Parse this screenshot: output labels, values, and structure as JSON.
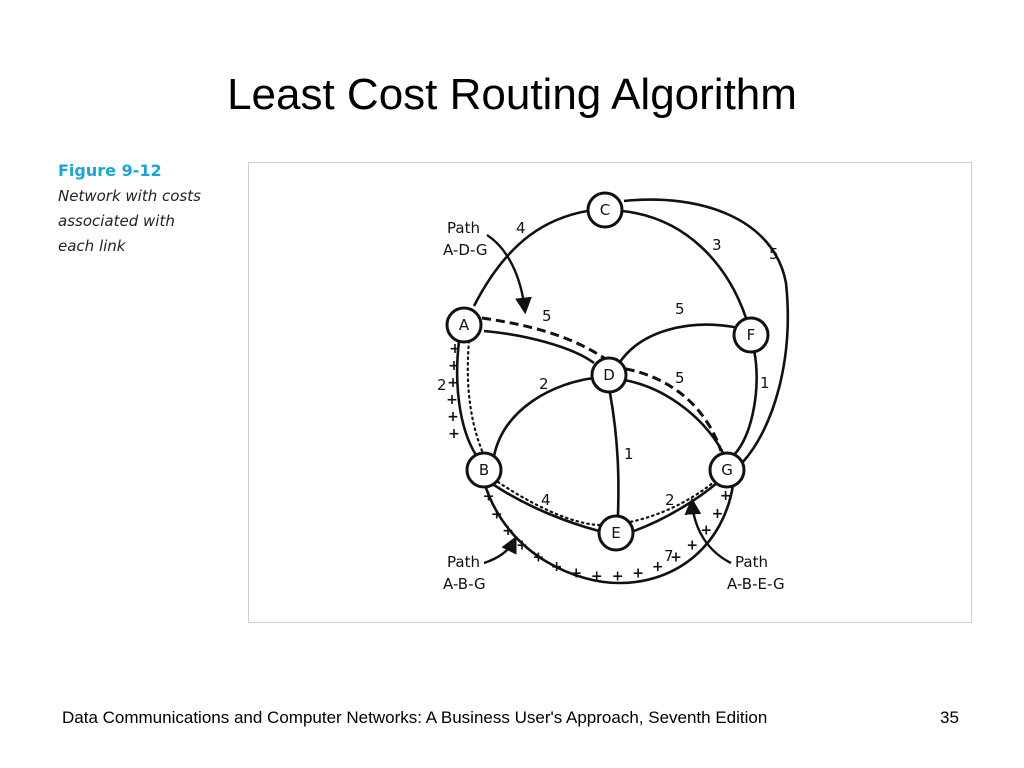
{
  "slide": {
    "title": "Least Cost Routing Algorithm",
    "footer": "Data Communications and Computer Networks: A Business User's Approach, Seventh Edition",
    "page_number": "35"
  },
  "caption": {
    "label": "Figure 9-12",
    "lines": [
      "Network with costs",
      "associated with",
      "each link"
    ]
  },
  "diagram": {
    "nodes": [
      "A",
      "B",
      "C",
      "D",
      "E",
      "F",
      "G"
    ],
    "edges": [
      {
        "from": "A",
        "to": "C",
        "cost": "4"
      },
      {
        "from": "C",
        "to": "F",
        "cost": "3"
      },
      {
        "from": "C",
        "to": "G",
        "cost": "5"
      },
      {
        "from": "A",
        "to": "D",
        "cost": "5"
      },
      {
        "from": "D",
        "to": "F",
        "cost": "5"
      },
      {
        "from": "F",
        "to": "G",
        "cost": "1"
      },
      {
        "from": "A",
        "to": "B",
        "cost": "2"
      },
      {
        "from": "B",
        "to": "D",
        "cost": "2"
      },
      {
        "from": "D",
        "to": "G",
        "cost": "5"
      },
      {
        "from": "D",
        "to": "E",
        "cost": "1"
      },
      {
        "from": "B",
        "to": "E",
        "cost": "4"
      },
      {
        "from": "E",
        "to": "G",
        "cost": "2"
      },
      {
        "from": "B",
        "to": "G",
        "cost": "7"
      }
    ],
    "paths": [
      {
        "title": "Path",
        "route": "A-D-G"
      },
      {
        "title": "Path",
        "route": "A-B-G"
      },
      {
        "title": "Path",
        "route": "A-B-E-G"
      }
    ]
  }
}
